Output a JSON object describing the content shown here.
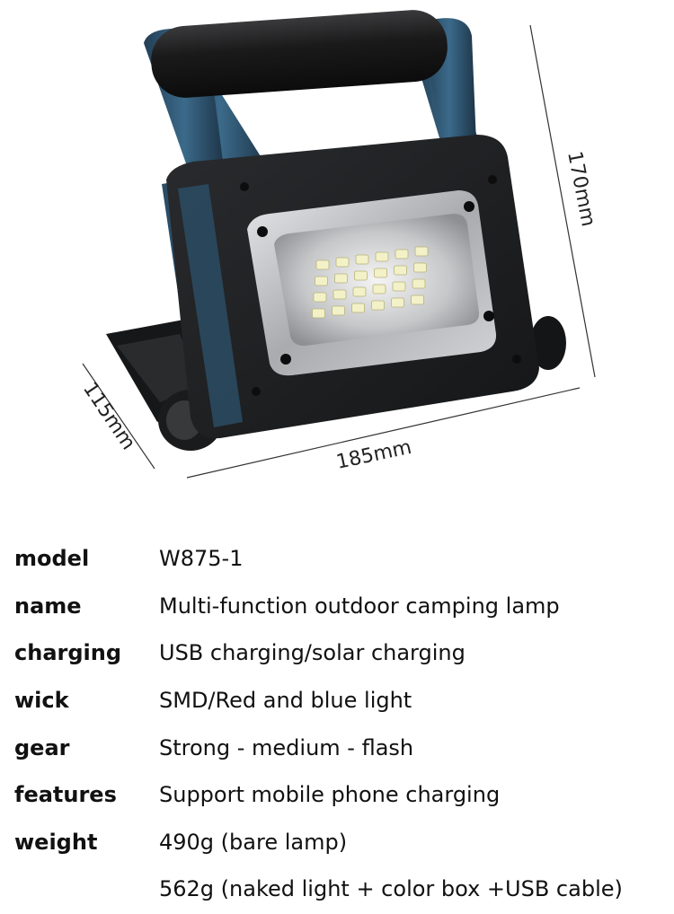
{
  "dimensions": {
    "height": "170mm",
    "width": "185mm",
    "depth": "115mm"
  },
  "specs": [
    {
      "key": "model",
      "value": "W875-1"
    },
    {
      "key": "name",
      "value": "Multi-function outdoor camping lamp"
    },
    {
      "key": "charging",
      "value": "USB charging/solar charging"
    },
    {
      "key": "wick",
      "value": "SMD/Red and blue light"
    },
    {
      "key": "gear",
      "value": "Strong - medium - flash"
    },
    {
      "key": "features",
      "value": "Support mobile phone charging"
    },
    {
      "key": "weight",
      "value": "490g (bare lamp)"
    },
    {
      "key": "",
      "value": "562g (naked light + color box +USB cable)"
    }
  ],
  "colors": {
    "body": "#1b1c1e",
    "frame": "#2e4f68",
    "reflector": "#c9cacc",
    "led": "#f3f1c8"
  }
}
